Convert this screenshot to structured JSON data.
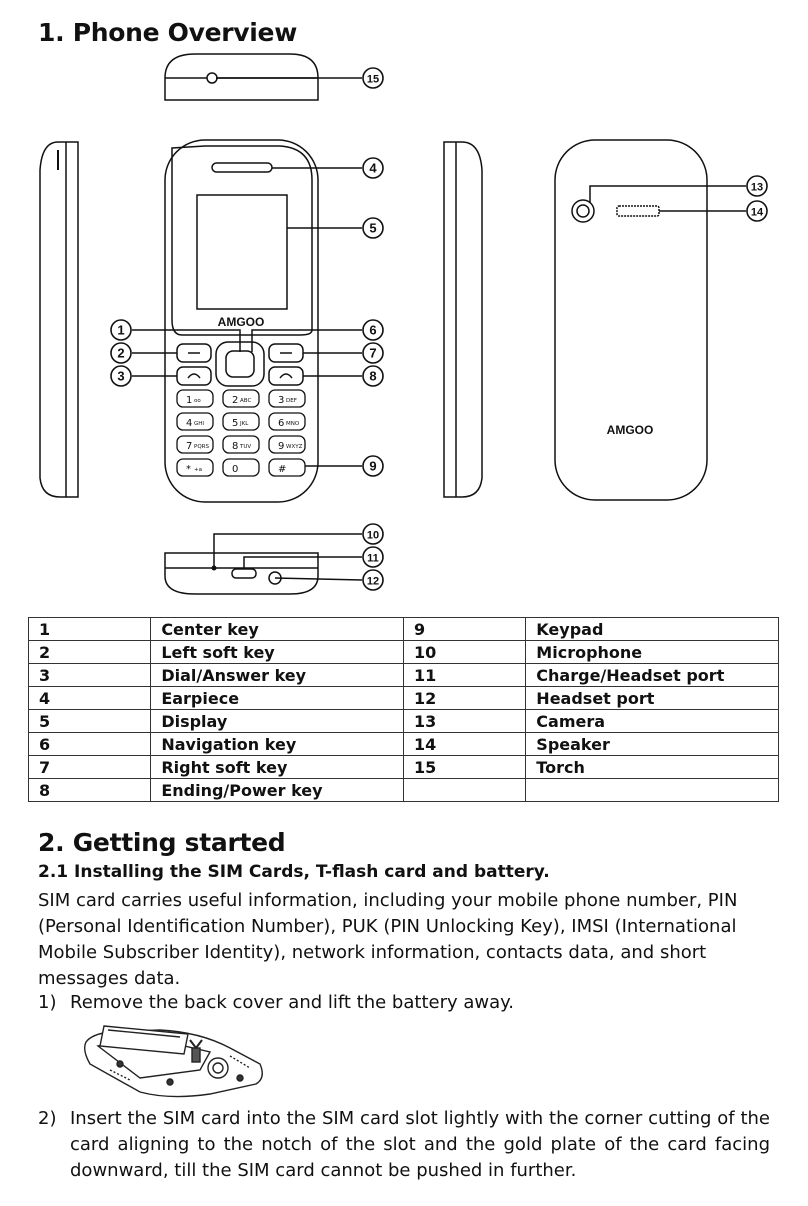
{
  "section1": {
    "title": "1. Phone Overview"
  },
  "diagram": {
    "brand_front": "AMGOO",
    "brand_back": "AMGOO",
    "callouts": [
      "1",
      "2",
      "3",
      "4",
      "5",
      "6",
      "7",
      "8",
      "9",
      "10",
      "11",
      "12",
      "13",
      "14",
      "15"
    ],
    "keys": [
      {
        "digit": "1",
        "letters": "oo"
      },
      {
        "digit": "2",
        "letters": "ABC"
      },
      {
        "digit": "3",
        "letters": "DEF"
      },
      {
        "digit": "4",
        "letters": "GHI"
      },
      {
        "digit": "5",
        "letters": "JKL"
      },
      {
        "digit": "6",
        "letters": "MNO"
      },
      {
        "digit": "7",
        "letters": "PQRS"
      },
      {
        "digit": "8",
        "letters": "TUV"
      },
      {
        "digit": "9",
        "letters": "WXYZ"
      },
      {
        "digit": "*",
        "letters": "+a"
      },
      {
        "digit": "0",
        "letters": ""
      },
      {
        "digit": "#",
        "letters": ""
      }
    ]
  },
  "parts_table": {
    "rows": [
      {
        "n1": "1",
        "l1": "Center key",
        "n2": "9",
        "l2": "Keypad"
      },
      {
        "n1": "2",
        "l1": "Left soft key",
        "n2": "10",
        "l2": "Microphone"
      },
      {
        "n1": "3",
        "l1": "Dial/Answer key",
        "n2": "11",
        "l2": "Charge/Headset port"
      },
      {
        "n1": "4",
        "l1": "Earpiece",
        "n2": "12",
        "l2": "Headset port"
      },
      {
        "n1": "5",
        "l1": "Display",
        "n2": "13",
        "l2": "Camera"
      },
      {
        "n1": "6",
        "l1": "Navigation key",
        "n2": "14",
        "l2": "Speaker"
      },
      {
        "n1": "7",
        "l1": "Right soft key",
        "n2": "15",
        "l2": "Torch"
      },
      {
        "n1": "8",
        "l1": "Ending/Power key",
        "n2": "",
        "l2": ""
      }
    ]
  },
  "section2": {
    "title": "2. Getting started",
    "subtitle": "2.1 Installing the SIM Cards, T-flash card and battery.",
    "intro": "SIM card carries useful information, including your mobile phone number, PIN (Personal Identification Number), PUK (PIN Unlocking Key), IMSI (International Mobile Subscriber Identity), network information, contacts data, and short messages data.",
    "steps": [
      {
        "num": "1)",
        "text": "Remove the back cover and lift the battery away."
      },
      {
        "num": "2)",
        "text": "Insert the SIM card into the SIM card slot lightly with the corner cutting of the card aligning to the notch of the slot and the gold plate of the card facing downward, till the SIM card cannot be pushed in further."
      }
    ]
  }
}
